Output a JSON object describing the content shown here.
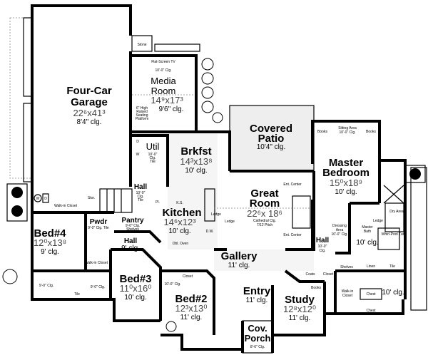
{
  "rooms": {
    "garage": {
      "name1": "Four-Car",
      "name2": "Garage",
      "dim": "22⁶x41³",
      "clg": "8'4\" clg."
    },
    "stone": {
      "name": "Stone"
    },
    "media": {
      "note_tv": "Flat-Screen TV",
      "note_clg": "10'-0\" Clg.",
      "name1": "Media",
      "name2": "Room",
      "dim": "14⁹x17³",
      "clg": "9'6\" clg.",
      "platform1": "6\" High",
      "platform2": "Raised",
      "platform3": "Seating",
      "platform4": "Platform"
    },
    "util": {
      "name": "Util",
      "clg1": "10'-0\"",
      "clg2": "Clg.",
      "clg3": "Tile",
      "d": "D",
      "w": "W"
    },
    "brkfst": {
      "name": "Brkfst",
      "dim": "14³x13⁸",
      "clg": "10' clg."
    },
    "patio": {
      "name1": "Covered",
      "name2": "Patio",
      "clg": "10'4\" clg."
    },
    "master": {
      "books_left": "Books",
      "books_right": "Books",
      "sitting1": "Sitting Area",
      "sitting2": "10'-0\" Clg.",
      "name1": "Master",
      "name2": "Bedroom",
      "dim": "15⁰x18⁹",
      "clg": "10' clg."
    },
    "great": {
      "name1": "Great",
      "name2": "Room",
      "dim": "22⁶x 18⁶",
      "clg1": "Cathedral Clg.",
      "clg2": "7/12 Pitch",
      "ent1": "Ent. Center",
      "ent2": "Ent. Center",
      "ledge": "Ledge"
    },
    "kitchen": {
      "name": "Kitchen",
      "dim": "14⁶x12³",
      "clg": "10' clg.",
      "ks": "K.S.",
      "dw": "D.W.",
      "oven": "Dbl. Oven",
      "ledge": "Ledge",
      "pl": "Pl."
    },
    "hall_upper": {
      "name": "Hall",
      "clg1": "10'-0\"",
      "clg2": "Clg.",
      "clg3": "Tile"
    },
    "bed4": {
      "name": "Bed#4",
      "dim": "12⁰x13⁸",
      "clg": "9' clg.",
      "wic": "Walk-in Closet",
      "stor": "Stor.",
      "bath_clg": "9'-0\" Clg."
    },
    "pwdr": {
      "name": "Pwdr",
      "clg": "9'-0\" Clg. Tile"
    },
    "pantry": {
      "name": "Pantry",
      "clg": "9'-0\" Clg.",
      "shelves": "Shelves"
    },
    "hall_left": {
      "name": "Hall",
      "clg": "9' clg."
    },
    "bed3": {
      "name": "Bed#3",
      "dim": "11⁰x16⁰",
      "clg": "10' clg.",
      "wic": "Walk-in Closet",
      "bath_clg": "9'-0\" Clg.",
      "tile": "Tile"
    },
    "bed2": {
      "name": "Bed#2",
      "dim": "12³x13⁰",
      "clg": "11' clg.",
      "closet": "Closet",
      "bath_clg": "10'-0\" Clg."
    },
    "gallery": {
      "name": "Gallery",
      "clg": "11' clg."
    },
    "entry": {
      "name": "Entry",
      "clg": "11' clg."
    },
    "study": {
      "name": "Study",
      "dim": "12⁸x12⁰",
      "clg": "11' clg.",
      "books": "Books",
      "coats": "Coats",
      "closet": "Closet"
    },
    "porch": {
      "name1": "Cov.",
      "name2": "Porch",
      "clg": "8'-6\" Clg."
    },
    "hall_master": {
      "name": "Hall",
      "clg1": "10'-0\"",
      "clg2": "Clg.",
      "linen": "Linen"
    },
    "master_bath": {
      "dressing1": "Dressing",
      "dressing2": "Area",
      "dressing3": "10'-0\" Clg.",
      "name1": "Master",
      "name2": "Bath",
      "clg": "10' clg.",
      "ledge": "Ledge",
      "tub": "Whirl-Pool Tub",
      "dry": "Dry Area",
      "linen": "Linen",
      "tile": "Tile",
      "shelves": "Shelves"
    },
    "master_closet": {
      "name1": "Walk-in",
      "name2": "Closet",
      "clg": "10' clg.",
      "chest1": "Chest",
      "chest2": "Chest"
    },
    "laundry": {
      "w": "W",
      "dh": "D"
    }
  }
}
